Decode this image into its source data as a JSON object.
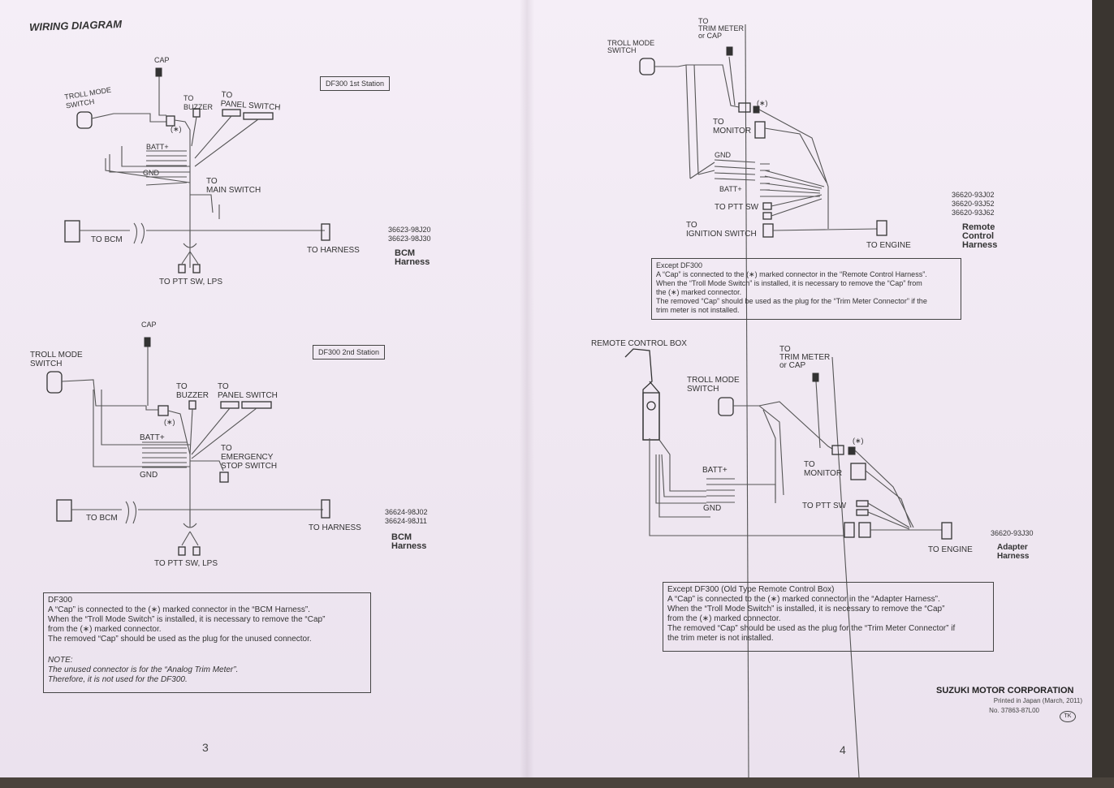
{
  "title": "WIRING DIAGRAM",
  "page_left": "3",
  "page_right": "4",
  "d1": {
    "station": "DF300 1st Station",
    "cap": "CAP",
    "troll": "TROLL MODE\nSWITCH",
    "buzzer": "TO\nBUZZER",
    "panel": "TO\nPANEL SWITCH",
    "star": "(∗)",
    "batt": "BATT+",
    "gnd": "GND",
    "main": "TO\nMAIN SWITCH",
    "bcm": "TO BCM",
    "harness": "TO HARNESS",
    "ptt": "TO PTT SW, LPS",
    "pn": "36623-98J20\n36623-98J30",
    "harness_name": "BCM\nHarness"
  },
  "d2": {
    "station": "DF300 2nd Station",
    "cap": "CAP",
    "troll": "TROLL MODE\nSWITCH",
    "buzzer": "TO\nBUZZER",
    "panel": "TO\nPANEL SWITCH",
    "star": "(∗)",
    "batt": "BATT+",
    "gnd": "GND",
    "emergency": "TO\nEMERGENCY\nSTOP SWITCH",
    "bcm": "TO BCM",
    "harness": "TO HARNESS",
    "ptt": "TO PTT SW, LPS",
    "pn": "36624-98J02\n36624-98J11",
    "harness_name": "BCM\nHarness"
  },
  "d3": {
    "trim": "TO\nTRIM METER\nor CAP",
    "troll": "TROLL MODE\nSWITCH",
    "star": "(∗)",
    "monitor": "TO\nMONITOR",
    "gnd": "GND",
    "batt": "BATT+",
    "ptt": "TO PTT SW",
    "ignition": "TO\nIGNITION SWITCH",
    "engine": "TO ENGINE",
    "pn": "36620-93J02\n36620-93J52\n36620-93J62",
    "harness_name": "Remote\nControl\nHarness"
  },
  "d4": {
    "box": "REMOTE CONTROL BOX",
    "trim": "TO\nTRIM METER\nor CAP",
    "troll": "TROLL MODE\nSWITCH",
    "star": "(∗)",
    "monitor": "TO\nMONITOR",
    "batt": "BATT+",
    "gnd": "GND",
    "ptt": "TO PTT SW",
    "engine": "TO ENGINE",
    "pn": "36620-93J30",
    "harness_name": "Adapter\nHarness"
  },
  "note1": {
    "head": "DF300",
    "body": "A “Cap” is connected to the (∗) marked connector in the “BCM Harness”.\nWhen the “Troll Mode Switch” is installed, it is necessary to remove the “Cap”\nfrom the (∗) marked connector.\nThe removed “Cap” should be used as the plug for the unused connector.",
    "note_head": "NOTE:",
    "note_body": "The unused connector is for the “Analog Trim Meter”.\nTherefore, it is not used for the DF300."
  },
  "note2": {
    "head": "Except DF300",
    "body": "A “Cap” is connected to the (∗) marked connector in the “Remote Control Harness”.\nWhen the “Troll Mode Switch” is installed, it is necessary to remove the “Cap” from\nthe (∗) marked connector.\nThe removed “Cap” should be used as the plug for the “Trim Meter Connector” if the\ntrim meter is not installed."
  },
  "note3": {
    "head": "Except DF300 (Old Type Remote Control Box)",
    "body": "A “Cap” is connected to the (∗) marked connector in the “Adapter Harness”.\nWhen the “Troll Mode Switch” is installed, it is necessary to remove the “Cap”\nfrom the (∗) marked connector.\nThe removed “Cap” should be used as the plug for the “Trim Meter Connector” if\nthe trim meter is not installed."
  },
  "corp": "SUZUKI MOTOR CORPORATION",
  "printed": "Printed in Japan (March, 2011)",
  "docno": "No. 37863-87L00",
  "tk": "TK"
}
